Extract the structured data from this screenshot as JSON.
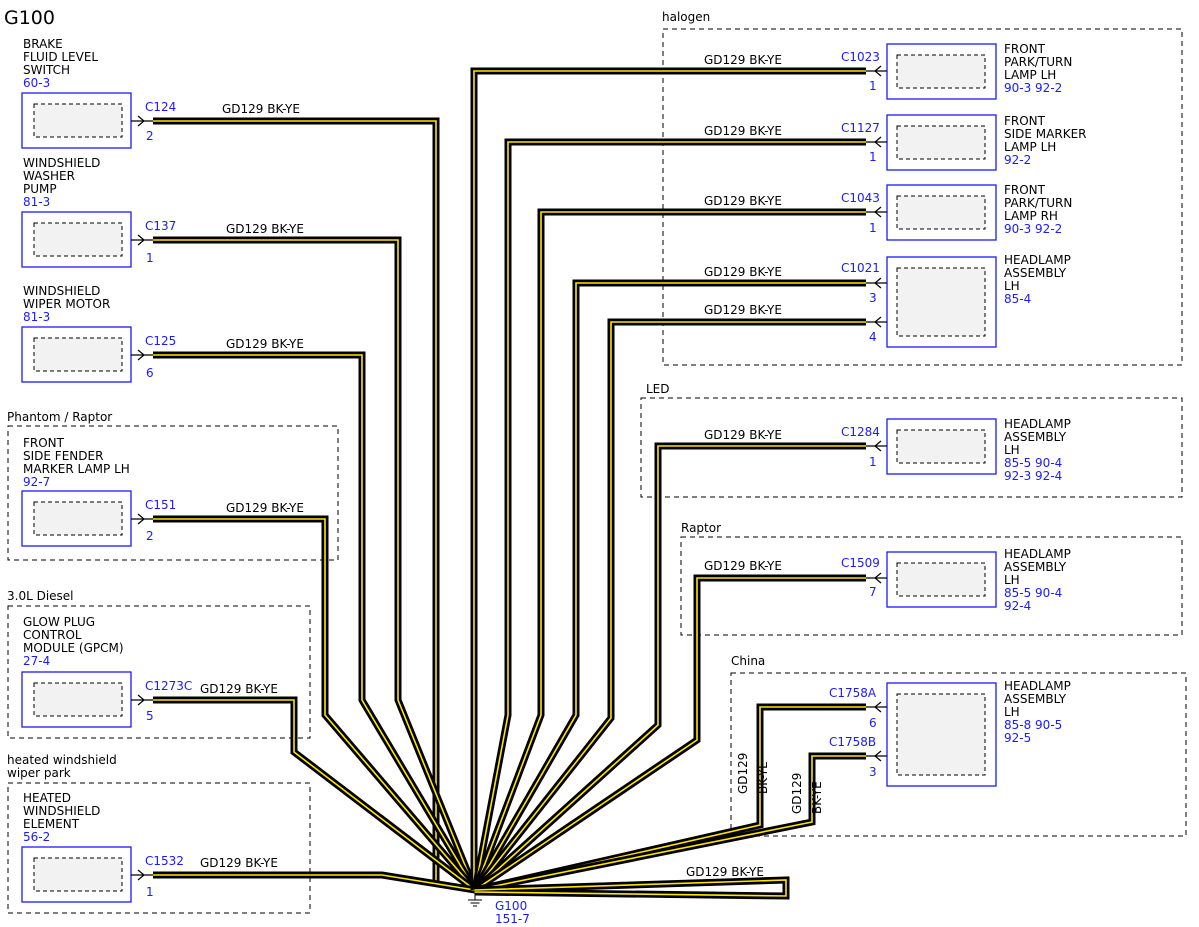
{
  "title": "G100",
  "wire_label": {
    "circuit": "GD129",
    "color": "BK-YE"
  },
  "ground": {
    "name": "G100",
    "ref": "151-7"
  },
  "groups": [
    {
      "id": "phantom",
      "label": "Phantom / Raptor"
    },
    {
      "id": "diesel",
      "label": "3.0L Diesel"
    },
    {
      "id": "heated",
      "label": "heated windshield\nwiper park"
    },
    {
      "id": "halogen",
      "label": "halogen"
    },
    {
      "id": "led",
      "label": "LED"
    },
    {
      "id": "raptor",
      "label": "Raptor"
    },
    {
      "id": "china",
      "label": "China"
    }
  ],
  "components": [
    {
      "id": "brake-fluid",
      "name": "BRAKE\nFLUID LEVEL\nSWITCH",
      "refs": "60-3"
    },
    {
      "id": "washer-pump",
      "name": "WINDSHIELD\nWASHER\nPUMP",
      "refs": "81-3"
    },
    {
      "id": "wiper-motor",
      "name": "WINDSHIELD\nWIPER MOTOR",
      "refs": "81-3"
    },
    {
      "id": "side-fender",
      "name": "FRONT\nSIDE FENDER\nMARKER LAMP LH",
      "refs": "92-7"
    },
    {
      "id": "gpcm",
      "name": "GLOW PLUG\nCONTROL\nMODULE (GPCM)",
      "refs": "27-4"
    },
    {
      "id": "heated-element",
      "name": "HEATED\nWINDSHIELD\nELEMENT",
      "refs": "56-2"
    },
    {
      "id": "park-turn-lh",
      "name": "FRONT\nPARK/TURN\nLAMP LH",
      "refs": "90-3   92-2"
    },
    {
      "id": "side-marker-lh",
      "name": "FRONT\nSIDE MARKER\nLAMP LH",
      "refs": "92-2"
    },
    {
      "id": "park-turn-rh",
      "name": "FRONT\nPARK/TURN\nLAMP RH",
      "refs": "90-3   92-2"
    },
    {
      "id": "headlamp-halogen",
      "name": "HEADLAMP\nASSEMBLY\nLH",
      "refs": "85-4"
    },
    {
      "id": "headlamp-led",
      "name": "HEADLAMP\nASSEMBLY\nLH",
      "refs": "85-5   90-4\n92-3   92-4"
    },
    {
      "id": "headlamp-raptor",
      "name": "HEADLAMP\nASSEMBLY\nLH",
      "refs": "85-5   90-4\n92-4"
    },
    {
      "id": "headlamp-china",
      "name": "HEADLAMP\nASSEMBLY\nLH",
      "refs": "85-8   90-5\n92-5"
    }
  ],
  "connectors": [
    {
      "id": "c124",
      "name": "C124",
      "pin": "2"
    },
    {
      "id": "c137",
      "name": "C137",
      "pin": "1"
    },
    {
      "id": "c125",
      "name": "C125",
      "pin": "6"
    },
    {
      "id": "c151",
      "name": "C151",
      "pin": "2"
    },
    {
      "id": "c1273c",
      "name": "C1273C",
      "pin": "5"
    },
    {
      "id": "c1532",
      "name": "C1532",
      "pin": "1"
    },
    {
      "id": "c1023",
      "name": "C1023",
      "pin": "1"
    },
    {
      "id": "c1127",
      "name": "C1127",
      "pin": "1"
    },
    {
      "id": "c1043",
      "name": "C1043",
      "pin": "1"
    },
    {
      "id": "c1021-3",
      "name": "C1021",
      "pin": "3"
    },
    {
      "id": "c1021-4",
      "name": "",
      "pin": "4"
    },
    {
      "id": "c1284",
      "name": "C1284",
      "pin": "1"
    },
    {
      "id": "c1509",
      "name": "C1509",
      "pin": "7"
    },
    {
      "id": "c1758a",
      "name": "C1758A",
      "pin": "6"
    },
    {
      "id": "c1758b",
      "name": "C1758B",
      "pin": "3"
    }
  ]
}
